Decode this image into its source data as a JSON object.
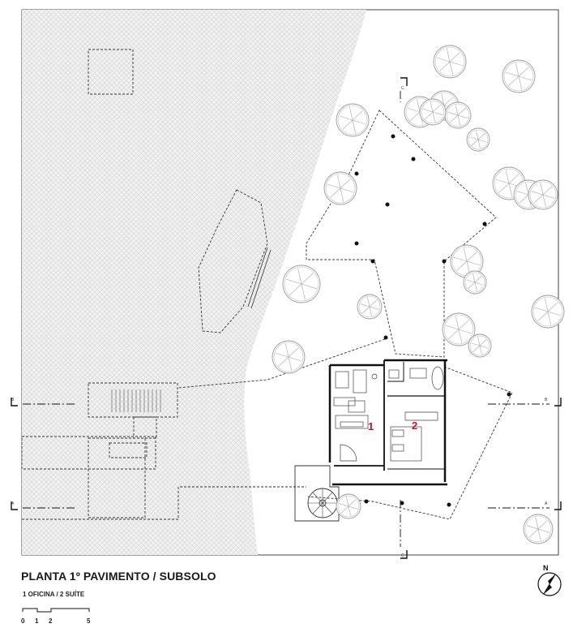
{
  "title": "PLANTA 1º PAVIMENTO / SUBSOLO",
  "legend": "1 OFICINA / 2 SUÍTE",
  "rooms": [
    {
      "number": "1",
      "name": "OFICINA"
    },
    {
      "number": "2",
      "name": "SUÍTE"
    }
  ],
  "scale_bar": {
    "labels": [
      "0",
      "1",
      "2",
      "5"
    ]
  },
  "north": {
    "label": "N"
  },
  "section_markers": {
    "a": "A",
    "b": "B",
    "c": "C"
  },
  "colors": {
    "accent": "#c8102e",
    "line": "#222222",
    "hatch": "#d8d8d8"
  }
}
